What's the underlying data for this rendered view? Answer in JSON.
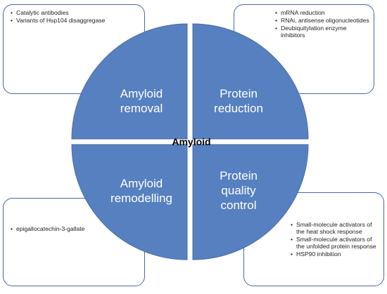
{
  "center_title": "Amyloid",
  "colors": {
    "quadrant_fill": "#5680c0",
    "quadrant_stroke": "#4a6eab",
    "box_border": "#4a67a8"
  },
  "quadrants": {
    "top_left": {
      "line1": "Amyloid",
      "line2": "removal"
    },
    "top_right": {
      "line1": "Protein",
      "line2": "reduction"
    },
    "bottom_left": {
      "line1": "Amyloid",
      "line2": "remodelling"
    },
    "bottom_right": {
      "line1": "Protein",
      "line2": "quality",
      "line3": "control"
    }
  },
  "boxes": {
    "top_left": [
      "Catalytic antibodies",
      "Variants of Hsp104 disaggregase"
    ],
    "top_right": [
      "mRNA reduction",
      "RNAi, antisense oligonucleotides",
      "Deubiquitylation enzyme inhibitors"
    ],
    "bottom_left": [
      "epigallocatechin-3-gallate"
    ],
    "bottom_right": [
      "Small-molecule activators of the heat shock response",
      "Small-molecule activators of the unfolded protein response",
      "HSP90 inhibition"
    ]
  }
}
